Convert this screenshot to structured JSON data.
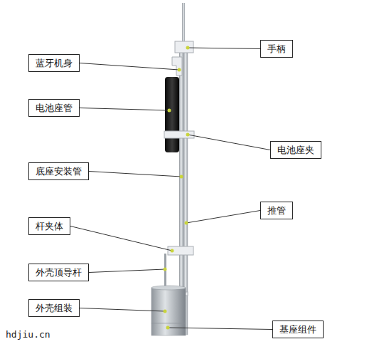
{
  "diagram": {
    "nodes": [
      {
        "text": [
          "蓝牙机身"
        ]
      },
      {
        "text": [
          "电池座管"
        ]
      },
      {
        "text": [
          "底座安装管"
        ]
      },
      {
        "text": [
          "杆夹体"
        ]
      },
      {
        "text": [
          "外壳顶导杆"
        ]
      },
      {
        "text": [
          "外壳组装"
        ]
      },
      {
        "text": [
          "手柄"
        ]
      },
      {
        "text": [
          "电池座夹"
        ]
      },
      {
        "text": [
          "推管"
        ]
      },
      {
        "text": [
          "基座组件"
        ]
      }
    ],
    "labels": [
      "hdjiu.cn"
    ]
  }
}
